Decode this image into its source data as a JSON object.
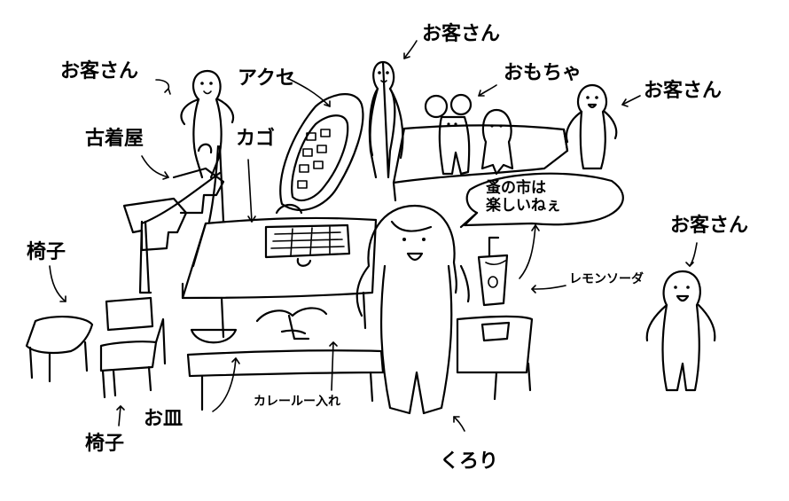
{
  "labels": {
    "customer_top": "お客さん",
    "customer_left": "お客さん",
    "customer_toy_right": "お客さん",
    "customer_far_right": "お客さん",
    "accessories": "アクセ",
    "toys": "おもちゃ",
    "old_clothes": "古着屋",
    "basket": "カゴ",
    "chair_left": "椅子",
    "chair_bottom": "椅子",
    "plates": "お皿",
    "curry_roux_case": "カレールー入れ",
    "kurori": "くろり",
    "lemon_soda": "レモンソーダ",
    "speech_line1": "蚤の市は",
    "speech_line2": "楽しいねぇ"
  },
  "colors": {
    "ink": "#000000",
    "paper": "#ffffff"
  }
}
